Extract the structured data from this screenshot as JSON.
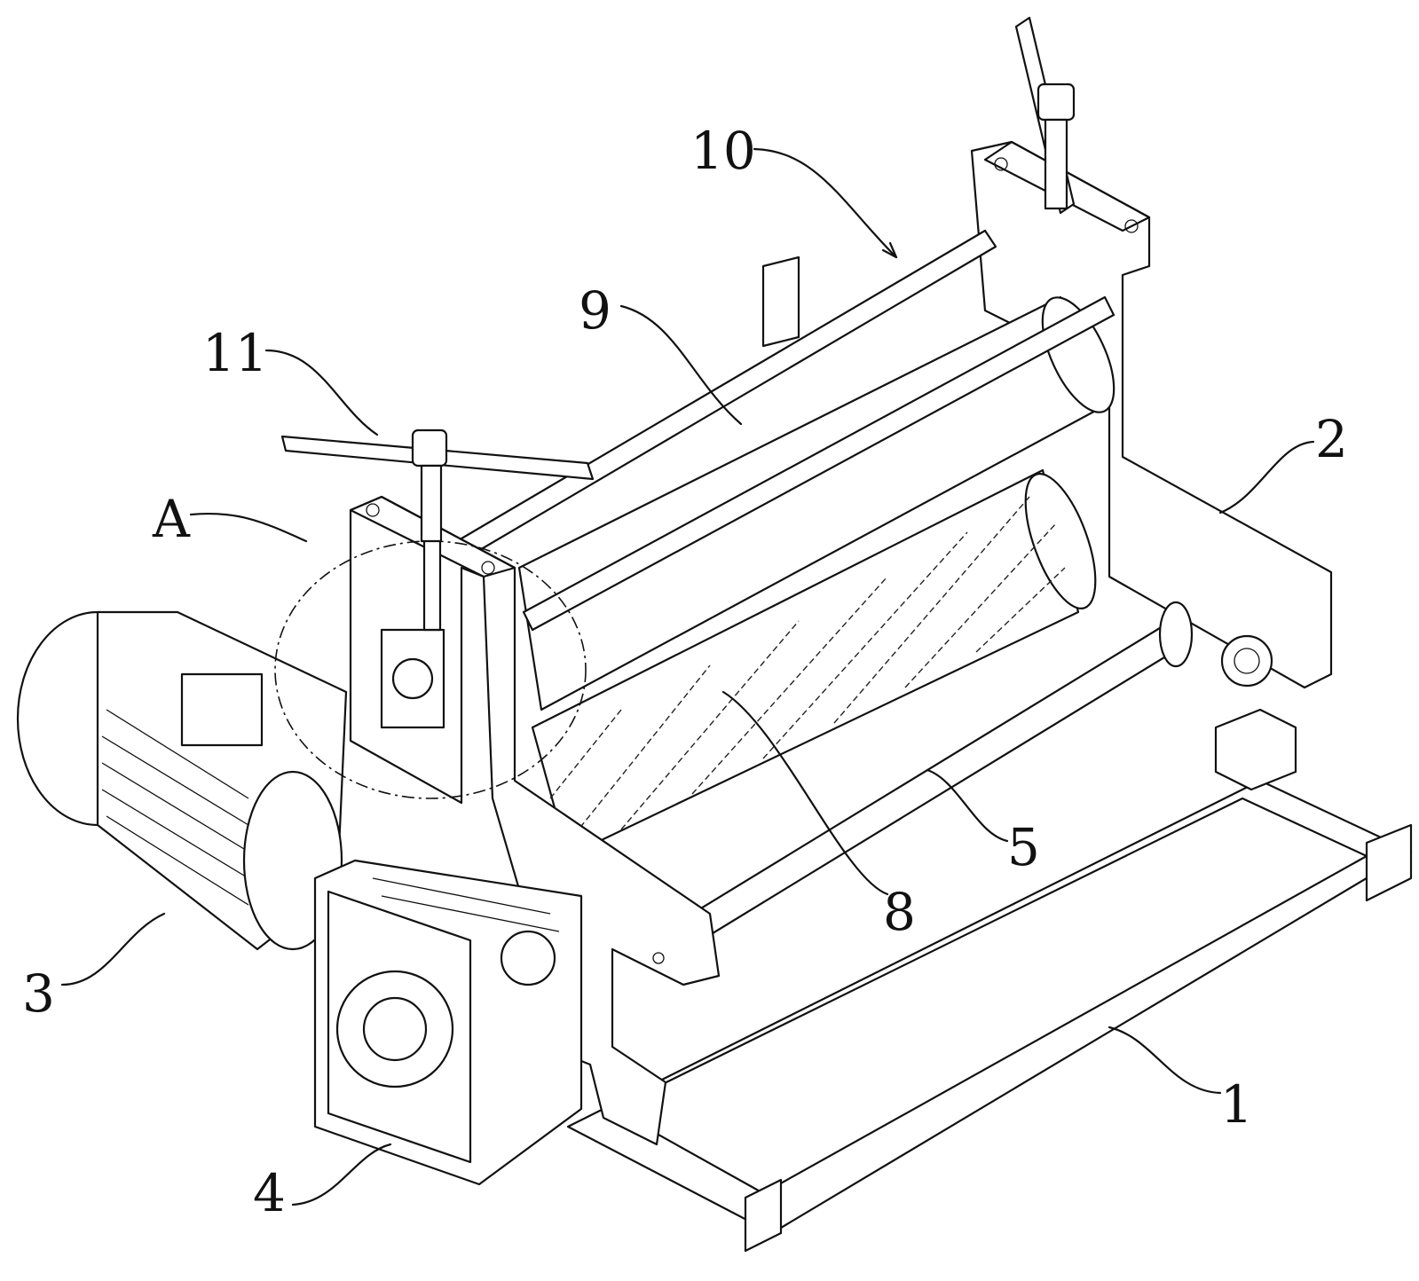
{
  "figure": {
    "labels": {
      "frame": "1",
      "side_bracket": "2",
      "motor": "3",
      "gearbox": "4",
      "lower_shaft": "5",
      "knurled_roller": "8",
      "upper_roller": "9",
      "guide_rod": "10",
      "t_handle": "11",
      "detail_a": "A"
    }
  }
}
